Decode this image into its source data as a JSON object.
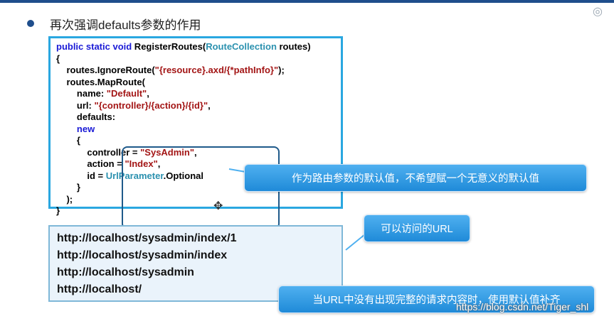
{
  "heading": "再次强调defaults参数的作用",
  "code": {
    "line1_kw": "public static void",
    "line1_name": " RegisterRoutes(",
    "line1_type": "RouteCollection",
    "line1_rest": " routes)",
    "line2": "{",
    "line3_a": "    routes.IgnoreRoute(",
    "line3_str": "\"{resource}.axd/{*pathInfo}\"",
    "line3_b": ");",
    "line4": "    routes.MapRoute(",
    "line5_a": "        name: ",
    "line5_str": "\"Default\"",
    "line5_b": ",",
    "line6_a": "        url: ",
    "line6_str": "\"{controller}/{action}/{id}\"",
    "line6_b": ",",
    "line7": "        defaults:",
    "line8_kw": "        new",
    "line9": "        {",
    "line10_a": "            controller = ",
    "line10_str": "\"SysAdmin\"",
    "line10_b": ",",
    "line11_a": "            action = ",
    "line11_str": "\"Index\"",
    "line11_b": ",",
    "line12_a": "            id = ",
    "line12_type": "UrlParameter",
    "line12_b": ".Optional",
    "line13": "        }",
    "line14": "    );",
    "line15": "}"
  },
  "callouts": {
    "defaults_note": "作为路由参数的默认值，不希望赋一个无意义的默认值",
    "accessible_urls": "可以访问的URL",
    "fill_note": "当URL中没有出现完整的请求内容时，使用默认值补齐"
  },
  "urls": [
    "http://localhost/sysadmin/index/1",
    "http://localhost/sysadmin/index",
    "http://localhost/sysadmin",
    "http://localhost/"
  ],
  "watermark": "https://blog.csdn.net/Tiger_shl",
  "colors": {
    "accent": "#2aa7e0",
    "callout": "#2f9be3",
    "keyword": "#1a1ad6",
    "string": "#a31515",
    "type": "#2b91af"
  }
}
